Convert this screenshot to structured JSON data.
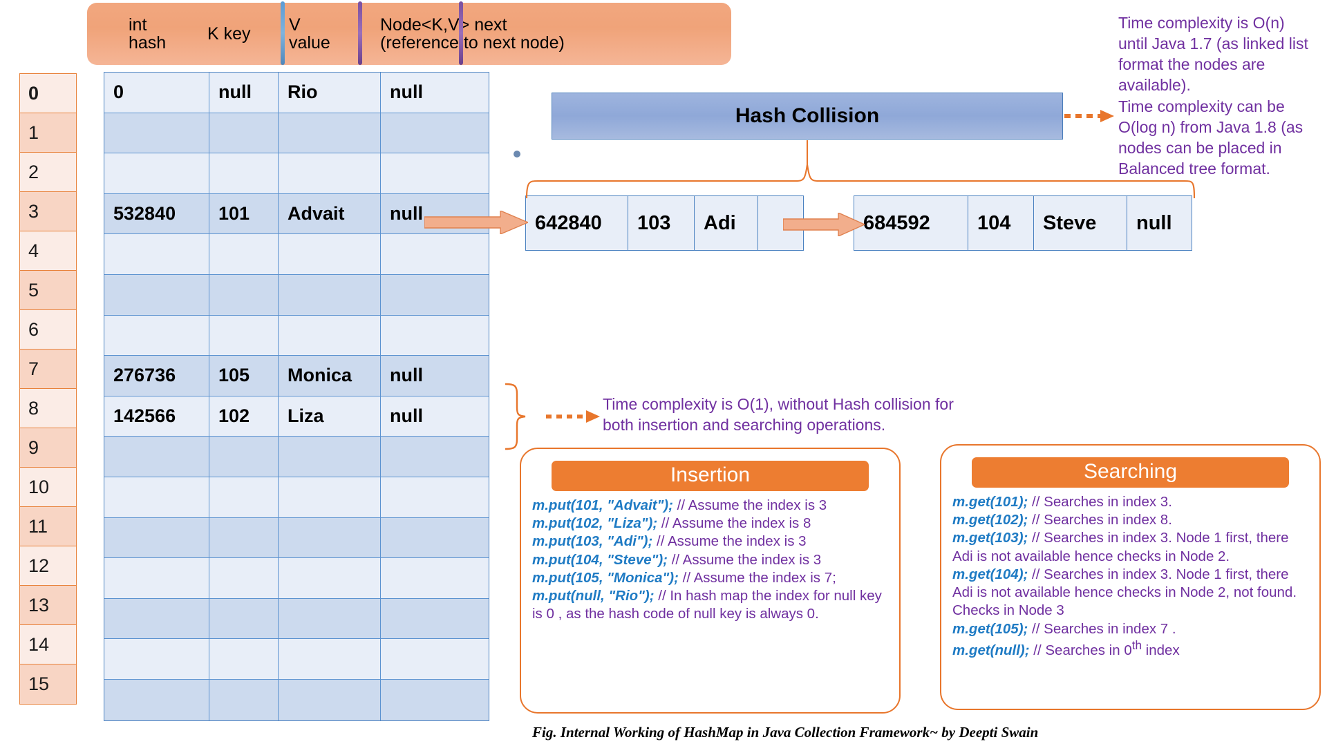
{
  "node_legend": {
    "hash_label": "int\nhash",
    "hash_line1": "int",
    "hash_line2": "hash",
    "key_label": "K key",
    "value_line1": "V",
    "value_line2": "value",
    "next_line1": "Node<K,V> next",
    "next_line2": "(reference to next node)"
  },
  "index_column": {
    "labels": [
      "0",
      "1",
      "2",
      "3",
      "4",
      "5",
      "6",
      "7",
      "8",
      "9",
      "10",
      "11",
      "12",
      "13",
      "14",
      "15"
    ]
  },
  "bucket_table": {
    "columns": [
      "int hash",
      "K key",
      "V value",
      "Node<K,V> next"
    ],
    "rows": [
      {
        "index": "0",
        "hash": "0",
        "key": "null",
        "value": "Rio",
        "next": "null"
      },
      {
        "index": "1",
        "hash": "",
        "key": "",
        "value": "",
        "next": ""
      },
      {
        "index": "2",
        "hash": "",
        "key": "",
        "value": "",
        "next": ""
      },
      {
        "index": "3",
        "hash": "532840",
        "key": "101",
        "value": "Advait",
        "next": "null"
      },
      {
        "index": "4",
        "hash": "",
        "key": "",
        "value": "",
        "next": ""
      },
      {
        "index": "5",
        "hash": "",
        "key": "",
        "value": "",
        "next": ""
      },
      {
        "index": "6",
        "hash": "",
        "key": "",
        "value": "",
        "next": ""
      },
      {
        "index": "7",
        "hash": "276736",
        "key": "105",
        "value": "Monica",
        "next": "null"
      },
      {
        "index": "8",
        "hash": "142566",
        "key": "102",
        "value": "Liza",
        "next": "null"
      },
      {
        "index": "9",
        "hash": "",
        "key": "",
        "value": "",
        "next": ""
      },
      {
        "index": "10",
        "hash": "",
        "key": "",
        "value": "",
        "next": ""
      },
      {
        "index": "11",
        "hash": "",
        "key": "",
        "value": "",
        "next": ""
      },
      {
        "index": "12",
        "hash": "",
        "key": "",
        "value": "",
        "next": ""
      },
      {
        "index": "13",
        "hash": "",
        "key": "",
        "value": "",
        "next": ""
      },
      {
        "index": "14",
        "hash": "",
        "key": "",
        "value": "",
        "next": ""
      },
      {
        "index": "15",
        "hash": "",
        "key": "",
        "value": "",
        "next": ""
      }
    ]
  },
  "hash_collision": {
    "banner_label": "Hash Collision",
    "nodes": [
      {
        "hash": "642840",
        "key": "103",
        "value": "Adi",
        "next": ""
      },
      {
        "hash": "684592",
        "key": "104",
        "value": "Steve",
        "next": "null"
      }
    ]
  },
  "notes": {
    "complexity": "Time complexity is O(n) until Java 1.7 (as linked list format the nodes are available).\nTime complexity can be O(log n) from Java 1.8 (as nodes can be placed in Balanced tree format.",
    "complexity_p1": "Time complexity is O(n) until Java 1.7 (as linked list format the nodes are available).",
    "complexity_p2": "Time complexity can be O(log n) from Java 1.8 (as nodes can be placed in Balanced tree format.",
    "o1": "Time complexity is O(1), without Hash collision for both insertion and searching operations."
  },
  "insertion": {
    "title": "Insertion",
    "lines": [
      {
        "code": "m.put(101, \"Advait\");",
        "comment": " // Assume the index is 3"
      },
      {
        "code": "m.put(102, \"Liza\");",
        "comment": " // Assume the index is 8"
      },
      {
        "code": "m.put(103, \"Adi\");",
        "comment": " // Assume the index is 3"
      },
      {
        "code": "m.put(104, \"Steve\");",
        "comment": " // Assume the index is 3"
      },
      {
        "code": "m.put(105, \"Monica\");",
        "comment": " // Assume the index is 7;"
      },
      {
        "code": "m.put(null, \"Rio\");",
        "comment": " // In hash map the index for null key is 0 , as the hash code of null key is always 0."
      }
    ]
  },
  "searching": {
    "title": "Searching",
    "lines": [
      {
        "code": "m.get(101);",
        "comment": " // Searches in index 3."
      },
      {
        "code": "m.get(102);",
        "comment": " // Searches in index 8."
      },
      {
        "code": "m.get(103);",
        "comment": " // Searches in index 3. Node 1 first, there Adi is not available hence checks in Node 2."
      },
      {
        "code": "m.get(104);",
        "comment": " // Searches in index 3. Node 1 first, there Adi is not available hence checks in Node 2, not found. Checks in Node 3"
      },
      {
        "code": "m.get(105);",
        "comment": " // Searches in index 7 ."
      },
      {
        "code": "m.get(null);",
        "comment": " // Searches in 0th index",
        "comment_sup": "th"
      }
    ]
  },
  "caption": "Fig. Internal Working of HashMap in Java Collection Framework~ by Deepti Swain",
  "colors": {
    "orange": "#ED7D31",
    "orange_border": "#e8762c",
    "header_peach": "#f0a379",
    "table_blue_border": "#4a81c0",
    "row_light": "#e8eef8",
    "row_dark": "#ccdaee",
    "index_light": "#fbece6",
    "index_dark": "#f8d5c4",
    "banner_blue": "#9eb4de",
    "note_purple": "#7030a0",
    "code_blue": "#1F7BC4"
  }
}
